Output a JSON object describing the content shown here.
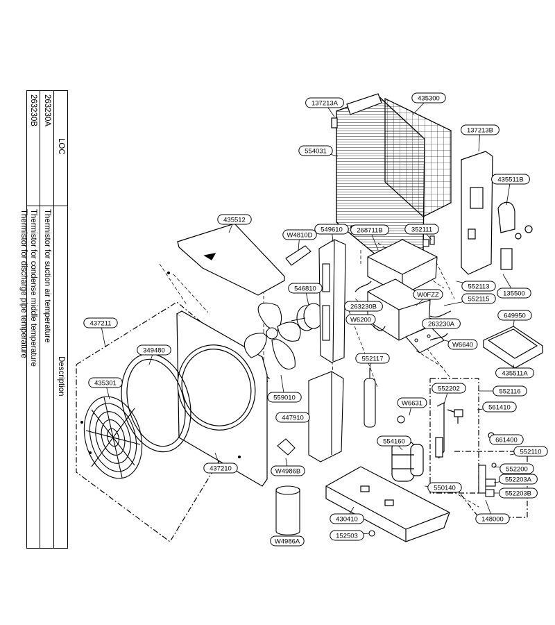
{
  "table": {
    "headers": {
      "loc": "LOC",
      "description": "Description"
    },
    "rows": [
      {
        "loc": "263230A",
        "description": "Thermistor for suction air temperature"
      },
      {
        "loc": "",
        "description": "Thermistor for condense middle temperature"
      },
      {
        "loc": "263230B",
        "description": "Thermistor for discharge pipe temperature"
      }
    ]
  },
  "callouts": [
    "137213A",
    "435300",
    "137213B",
    "554031",
    "435511B",
    "435512",
    "W4810D",
    "549610",
    "268711B",
    "352111",
    "546810",
    "552113",
    "135500",
    "552115",
    "W0FZZ",
    "263230B",
    "263230A",
    "W6200",
    "649950",
    "437211",
    "349480",
    "W6640",
    "552117",
    "435511A",
    "435301",
    "559010",
    "552202",
    "552116",
    "447910",
    "W6631",
    "561410",
    "661400",
    "554160",
    "552200",
    "552203A",
    "W4986B",
    "437210",
    "550140",
    "552203B",
    "148000",
    "430410",
    "152503",
    "W4986A",
    "552110"
  ]
}
